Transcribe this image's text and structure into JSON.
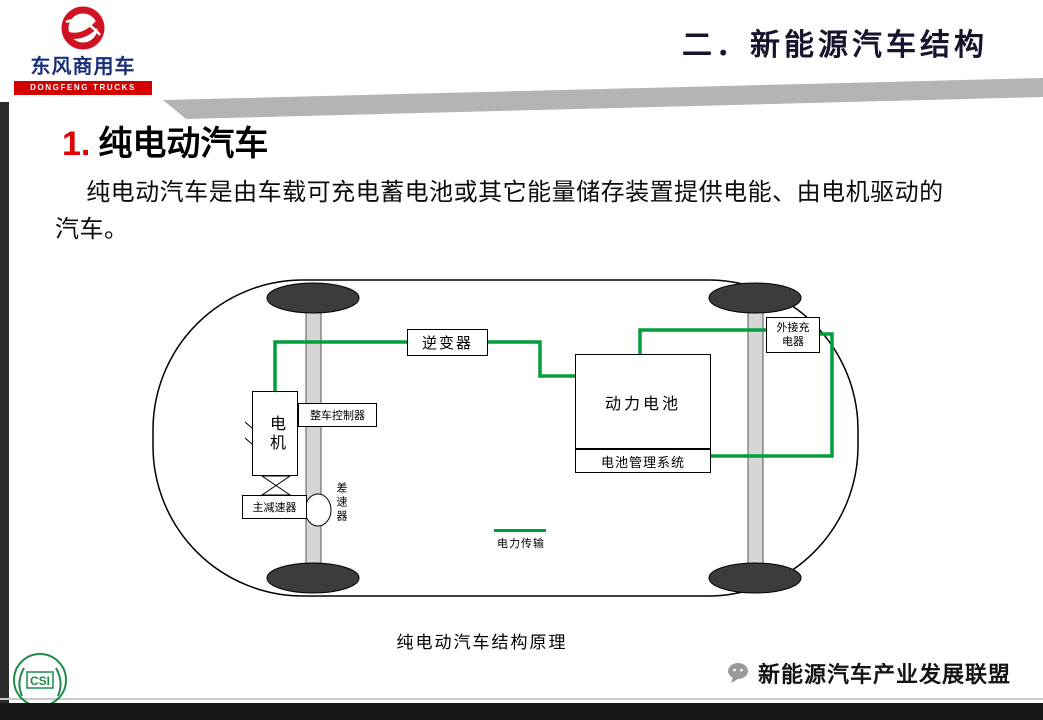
{
  "header": {
    "logo": {
      "brand_cn": "东风商用车",
      "brand_en": "DONGFENG TRUCKS"
    },
    "title": "二．新能源汽车结构"
  },
  "slide": {
    "heading_number": "1.",
    "heading_title": "纯电动汽车",
    "paragraph": "纯电动汽车是由车载可充电蓄电池或其它能量储存装置提供电能、由电机驱动的汽车。",
    "caption": "纯电动汽车结构原理"
  },
  "diagram": {
    "inverter_label": "逆变器",
    "motor_label": "电机",
    "controller_label": "整车控制器",
    "reducer_label": "主减速器",
    "differential_label": "差速器",
    "battery_label": "动力电池",
    "bms_label": "电池管理系统",
    "charger_label_line1": "外接充",
    "charger_label_line2": "电器",
    "legend_label": "电力传输"
  },
  "footer": {
    "alliance_name": "新能源汽车产业发展联盟",
    "emblem_text": "CSI"
  },
  "colors": {
    "wire_green": "#009f3c",
    "brand_red": "#d40000",
    "title_navy": "#15152e",
    "stripe_gray": "#b4b4b4",
    "bar_dark": "#171717"
  }
}
